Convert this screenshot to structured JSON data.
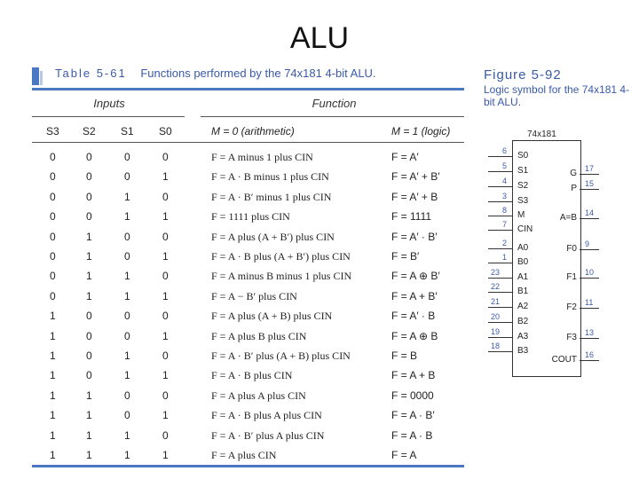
{
  "slide_title": "ALU",
  "table": {
    "caption_label": "Table 5-61",
    "caption_text": "Functions performed by the 74x181 4-bit ALU.",
    "group_inputs": "Inputs",
    "group_function": "Function",
    "columns": [
      "S3",
      "S2",
      "S1",
      "S0",
      "M = 0 (arithmetic)",
      "M = 1 (logic)"
    ],
    "rows": [
      {
        "s3": "0",
        "s2": "0",
        "s1": "0",
        "s0": "0",
        "arith": "F = A minus 1 plus CIN",
        "logic": "F = A′"
      },
      {
        "s3": "0",
        "s2": "0",
        "s1": "0",
        "s0": "1",
        "arith": "F = A · B minus 1 plus CIN",
        "logic": "F = A′ + B′"
      },
      {
        "s3": "0",
        "s2": "0",
        "s1": "1",
        "s0": "0",
        "arith": "F = A · B′ minus 1 plus CIN",
        "logic": "F = A′ + B"
      },
      {
        "s3": "0",
        "s2": "0",
        "s1": "1",
        "s0": "1",
        "arith": "F = 1111 plus CIN",
        "logic": "F = 1111"
      },
      {
        "s3": "0",
        "s2": "1",
        "s1": "0",
        "s0": "0",
        "arith": "F = A plus (A + B′) plus CIN",
        "logic": "F = A′ · B′"
      },
      {
        "s3": "0",
        "s2": "1",
        "s1": "0",
        "s0": "1",
        "arith": "F = A · B plus (A + B′) plus CIN",
        "logic": "F = B′"
      },
      {
        "s3": "0",
        "s2": "1",
        "s1": "1",
        "s0": "0",
        "arith": "F = A minus B minus 1 plus CIN",
        "logic": "F = A ⊕ B′"
      },
      {
        "s3": "0",
        "s2": "1",
        "s1": "1",
        "s0": "1",
        "arith": "F = A − B′ plus CIN",
        "logic": "F = A + B′"
      },
      {
        "s3": "1",
        "s2": "0",
        "s1": "0",
        "s0": "0",
        "arith": "F = A plus (A + B) plus CIN",
        "logic": "F = A′ · B"
      },
      {
        "s3": "1",
        "s2": "0",
        "s1": "0",
        "s0": "1",
        "arith": "F = A plus B plus CIN",
        "logic": "F = A ⊕ B"
      },
      {
        "s3": "1",
        "s2": "0",
        "s1": "1",
        "s0": "0",
        "arith": "F = A · B′ plus (A + B) plus CIN",
        "logic": "F = B"
      },
      {
        "s3": "1",
        "s2": "0",
        "s1": "1",
        "s0": "1",
        "arith": "F = A · B plus CIN",
        "logic": "F = A + B"
      },
      {
        "s3": "1",
        "s2": "1",
        "s1": "0",
        "s0": "0",
        "arith": "F = A plus A plus CIN",
        "logic": "F = 0000"
      },
      {
        "s3": "1",
        "s2": "1",
        "s1": "0",
        "s0": "1",
        "arith": "F = A · B plus A plus CIN",
        "logic": "F = A · B′"
      },
      {
        "s3": "1",
        "s2": "1",
        "s1": "1",
        "s0": "0",
        "arith": "F = A · B′ plus A plus CIN",
        "logic": "F = A · B"
      },
      {
        "s3": "1",
        "s2": "1",
        "s1": "1",
        "s0": "1",
        "arith": "F = A plus CIN",
        "logic": "F = A"
      }
    ]
  },
  "figure": {
    "title": "Figure 5-92",
    "description": "Logic symbol for the 74x181 4-bit ALU.",
    "chip_name": "74x181",
    "left_pins": [
      {
        "num": "6",
        "label": "S0"
      },
      {
        "num": "5",
        "label": "S1"
      },
      {
        "num": "4",
        "label": "S2"
      },
      {
        "num": "3",
        "label": "S3"
      },
      {
        "num": "8",
        "label": "M"
      },
      {
        "num": "7",
        "label": "CIN"
      },
      {
        "num": "2",
        "label": "A0"
      },
      {
        "num": "1",
        "label": "B0"
      },
      {
        "num": "23",
        "label": "A1"
      },
      {
        "num": "22",
        "label": "B1"
      },
      {
        "num": "21",
        "label": "A2"
      },
      {
        "num": "20",
        "label": "B2"
      },
      {
        "num": "19",
        "label": "A3"
      },
      {
        "num": "18",
        "label": "B3"
      }
    ],
    "right_pins": [
      {
        "num": "17",
        "label": "G"
      },
      {
        "num": "15",
        "label": "P"
      },
      {
        "num": "14",
        "label": "A=B"
      },
      {
        "num": "9",
        "label": "F0"
      },
      {
        "num": "10",
        "label": "F1"
      },
      {
        "num": "11",
        "label": "F2"
      },
      {
        "num": "13",
        "label": "F3"
      },
      {
        "num": "16",
        "label": "COUT"
      }
    ]
  }
}
